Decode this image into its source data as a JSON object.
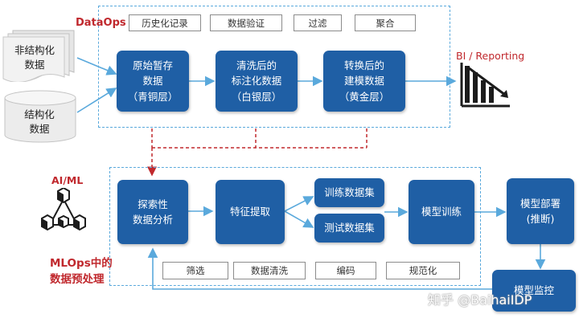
{
  "dataops": {
    "title": "DataOps",
    "tags": [
      "历史化记录",
      "数据验证",
      "过滤",
      "聚合"
    ],
    "nodes": [
      {
        "line1": "原始暂存",
        "line2": "数据",
        "line3": "（青铜层）"
      },
      {
        "line1": "清洗后的",
        "line2": "标注化数据",
        "line3": "（白银层）"
      },
      {
        "line1": "转换后的",
        "line2": "建模数据",
        "line3": "（黄金层）"
      }
    ]
  },
  "sources": {
    "unstructured": {
      "line1": "非结构化",
      "line2": "数据"
    },
    "structured": {
      "line1": "结构化",
      "line2": "数据"
    }
  },
  "bi": {
    "label": "BI / Reporting",
    "icon": "bar-chart-icon"
  },
  "aiml": {
    "title": "AI/ML",
    "icon": "cubes-network-icon",
    "caption_line1": "MLOps中的",
    "caption_line2": "数据预处理",
    "nodes": {
      "explore": {
        "line1": "探索性",
        "line2": "数据分析"
      },
      "feature": "特征提取",
      "train_set": "训练数据集",
      "test_set": "测试数据集",
      "train_model": "模型训练",
      "deploy": {
        "line1": "模型部署",
        "line2": "(推断)"
      },
      "monitor": "模型监控"
    },
    "tags": [
      "筛选",
      "数据清洗",
      "编码",
      "规范化"
    ]
  },
  "watermark": "知乎 @BaihaiIDP",
  "colors": {
    "node": "#1f5fa5",
    "dash": "#5aa9dc",
    "red": "#c0282d",
    "arrow": "#5aa9dc"
  }
}
